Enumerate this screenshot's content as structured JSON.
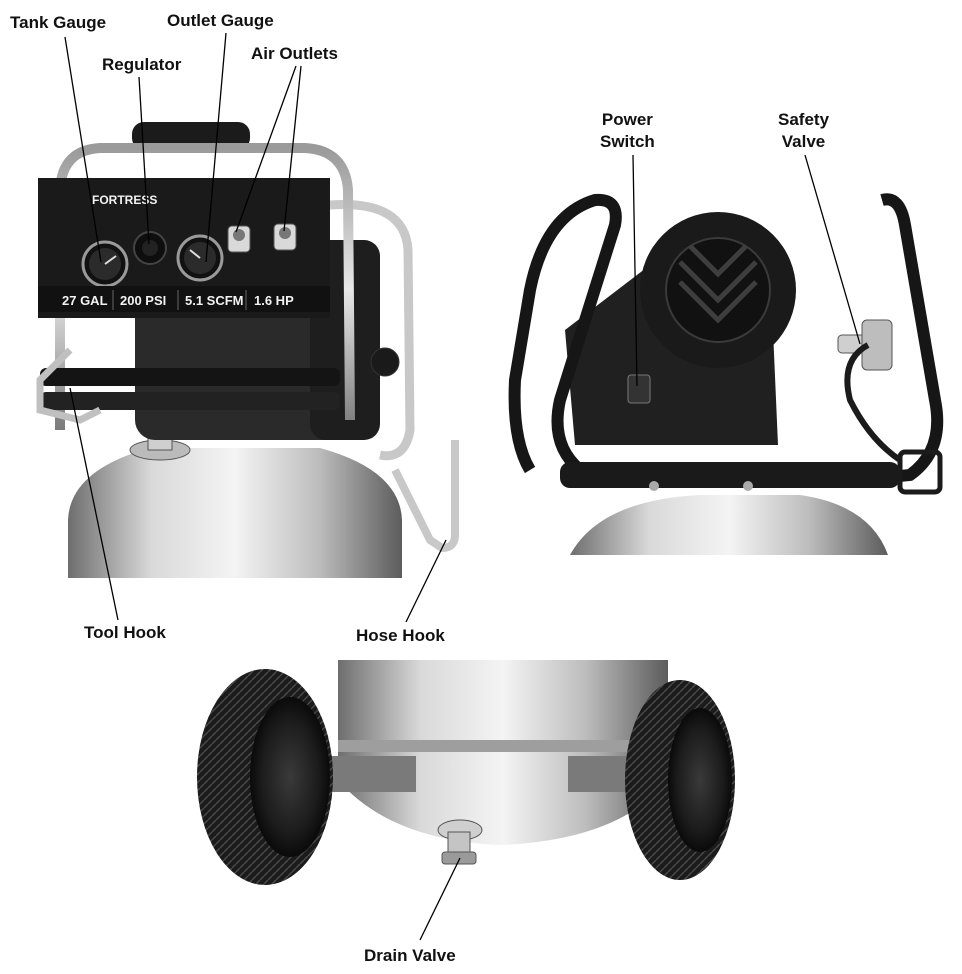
{
  "labels": {
    "tank_gauge": "Tank Gauge",
    "outlet_gauge": "Outlet Gauge",
    "regulator": "Regulator",
    "air_outlets": "Air Outlets",
    "power_switch_line1": "Power",
    "power_switch_line2": "Switch",
    "safety_valve_line1": "Safety",
    "safety_valve_line2": "Valve",
    "tool_hook": "Tool Hook",
    "hose_hook": "Hose Hook",
    "drain_valve": "Drain Valve"
  },
  "panel": {
    "brand": "FORTRESS",
    "capacity": "27 GAL",
    "pressure": "200 PSI",
    "flow": "5.1 SCFM",
    "power": "1.6 HP"
  }
}
